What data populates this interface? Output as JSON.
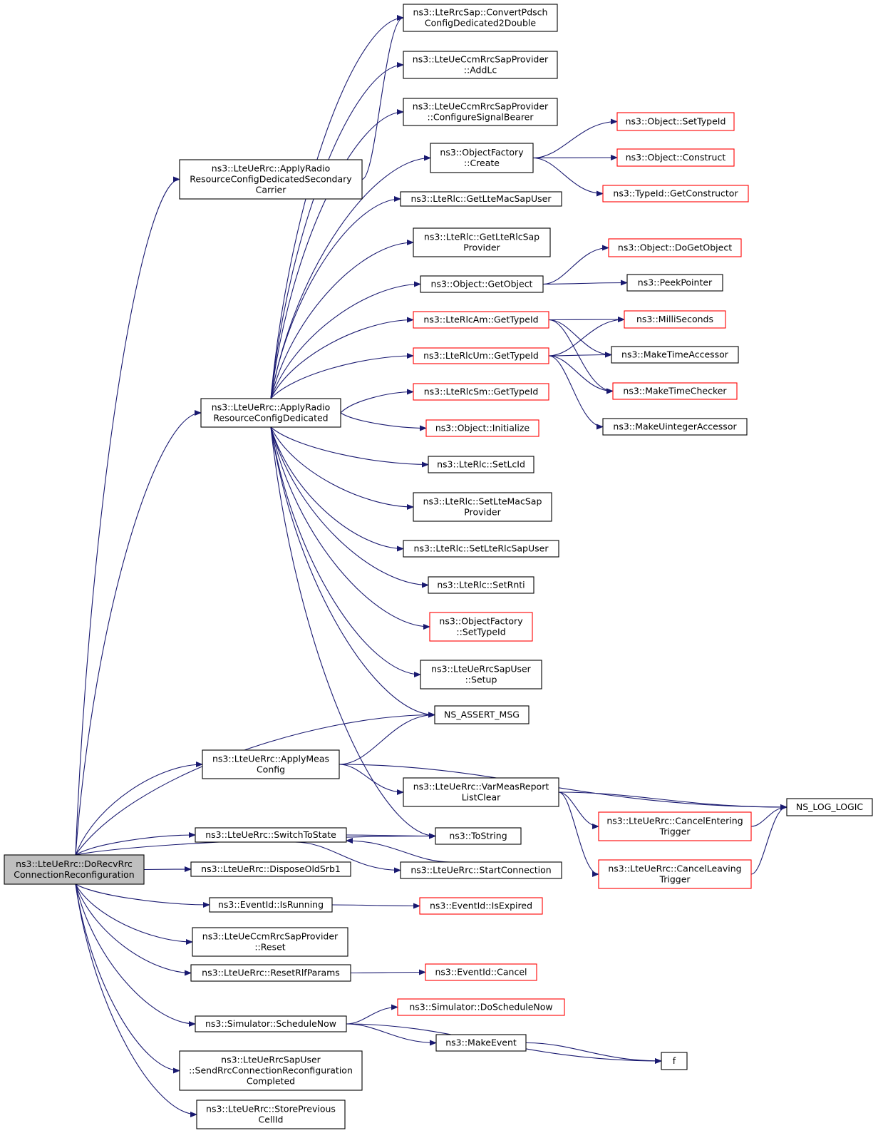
{
  "colors": {
    "edge": "#191970",
    "normal_border": "#000000",
    "linked_border": "#ff0000",
    "root_fill": "#bfbfbf",
    "fill": "#ffffff"
  },
  "nodes": {
    "root": {
      "lines": [
        "ns3::LteUeRrc::DoRecvRrc",
        "ConnectionReconfiguration"
      ],
      "style": "root"
    },
    "applySec": {
      "lines": [
        "ns3::LteUeRrc::ApplyRadio",
        "ResourceConfigDedicatedSecondary",
        "Carrier"
      ],
      "style": "normal"
    },
    "applyDed": {
      "lines": [
        "ns3::LteUeRrc::ApplyRadio",
        "ResourceConfigDedicated"
      ],
      "style": "normal"
    },
    "applyMeas": {
      "lines": [
        "ns3::LteUeRrc::ApplyMeas",
        "Config"
      ],
      "style": "normal"
    },
    "switchState": {
      "lines": [
        "ns3::LteUeRrc::SwitchToState"
      ],
      "style": "normal"
    },
    "disposeSrb": {
      "lines": [
        "ns3::LteUeRrc::DisposeOldSrb1"
      ],
      "style": "normal"
    },
    "isRunning": {
      "lines": [
        "ns3::EventId::IsRunning"
      ],
      "style": "normal"
    },
    "ccmReset": {
      "lines": [
        "ns3::LteUeCcmRrcSapProvider",
        "::Reset"
      ],
      "style": "normal"
    },
    "resetRlf": {
      "lines": [
        "ns3::LteUeRrc::ResetRlfParams"
      ],
      "style": "normal"
    },
    "scheduleNow": {
      "lines": [
        "ns3::Simulator::ScheduleNow"
      ],
      "style": "normal"
    },
    "sendReconf": {
      "lines": [
        "ns3::LteUeRrcSapUser",
        "::SendRrcConnectionReconfiguration",
        "Completed"
      ],
      "style": "normal"
    },
    "storePrev": {
      "lines": [
        "ns3::LteUeRrc::StorePrevious",
        "CellId"
      ],
      "style": "normal"
    },
    "convertPdsch": {
      "lines": [
        "ns3::LteRrcSap::ConvertPdsch",
        "ConfigDedicated2Double"
      ],
      "style": "normal"
    },
    "addLc": {
      "lines": [
        "ns3::LteUeCcmRrcSapProvider",
        "::AddLc"
      ],
      "style": "normal"
    },
    "configSignal": {
      "lines": [
        "ns3::LteUeCcmRrcSapProvider",
        "::ConfigureSignalBearer"
      ],
      "style": "normal"
    },
    "ofCreate": {
      "lines": [
        "ns3::ObjectFactory",
        "::Create"
      ],
      "style": "normal"
    },
    "getMacSapUser": {
      "lines": [
        "ns3::LteRlc::GetLteMacSapUser"
      ],
      "style": "normal"
    },
    "getRlcSapProv": {
      "lines": [
        "ns3::LteRlc::GetLteRlcSap",
        "Provider"
      ],
      "style": "normal"
    },
    "getObject": {
      "lines": [
        "ns3::Object::GetObject"
      ],
      "style": "normal"
    },
    "rlcAmTypeId": {
      "lines": [
        "ns3::LteRlcAm::GetTypeId"
      ],
      "style": "linked"
    },
    "rlcUmTypeId": {
      "lines": [
        "ns3::LteRlcUm::GetTypeId"
      ],
      "style": "linked"
    },
    "rlcSmTypeId": {
      "lines": [
        "ns3::LteRlcSm::GetTypeId"
      ],
      "style": "linked"
    },
    "objInit": {
      "lines": [
        "ns3::Object::Initialize"
      ],
      "style": "linked"
    },
    "setLcId": {
      "lines": [
        "ns3::LteRlc::SetLcId"
      ],
      "style": "normal"
    },
    "setMacSapProv": {
      "lines": [
        "ns3::LteRlc::SetLteMacSap",
        "Provider"
      ],
      "style": "normal"
    },
    "setRlcSapUser": {
      "lines": [
        "ns3::LteRlc::SetLteRlcSapUser"
      ],
      "style": "normal"
    },
    "setRnti": {
      "lines": [
        "ns3::LteRlc::SetRnti"
      ],
      "style": "normal"
    },
    "ofSetTypeId": {
      "lines": [
        "ns3::ObjectFactory",
        "::SetTypeId"
      ],
      "style": "linked"
    },
    "sapUserSetup": {
      "lines": [
        "ns3::LteUeRrcSapUser",
        "::Setup"
      ],
      "style": "normal"
    },
    "assertMsg": {
      "lines": [
        "NS_ASSERT_MSG"
      ],
      "style": "normal"
    },
    "varMeasClear": {
      "lines": [
        "ns3::LteUeRrc::VarMeasReport",
        "ListClear"
      ],
      "style": "normal"
    },
    "toString": {
      "lines": [
        "ns3::ToString"
      ],
      "style": "normal"
    },
    "startConn": {
      "lines": [
        "ns3::LteUeRrc::StartConnection"
      ],
      "style": "normal"
    },
    "isExpired": {
      "lines": [
        "ns3::EventId::IsExpired"
      ],
      "style": "linked"
    },
    "evCancel": {
      "lines": [
        "ns3::EventId::Cancel"
      ],
      "style": "linked"
    },
    "doScheduleNow": {
      "lines": [
        "ns3::Simulator::DoScheduleNow"
      ],
      "style": "linked"
    },
    "makeEvent": {
      "lines": [
        "ns3::MakeEvent"
      ],
      "style": "normal"
    },
    "objSetTypeId": {
      "lines": [
        "ns3::Object::SetTypeId"
      ],
      "style": "linked"
    },
    "objConstruct": {
      "lines": [
        "ns3::Object::Construct"
      ],
      "style": "linked"
    },
    "getConstructor": {
      "lines": [
        "ns3::TypeId::GetConstructor"
      ],
      "style": "linked"
    },
    "doGetObject": {
      "lines": [
        "ns3::Object::DoGetObject"
      ],
      "style": "linked"
    },
    "peekPointer": {
      "lines": [
        "ns3::PeekPointer"
      ],
      "style": "normal"
    },
    "milliSeconds": {
      "lines": [
        "ns3::MilliSeconds"
      ],
      "style": "linked"
    },
    "makeTimeAcc": {
      "lines": [
        "ns3::MakeTimeAccessor"
      ],
      "style": "normal"
    },
    "makeTimeChk": {
      "lines": [
        "ns3::MakeTimeChecker"
      ],
      "style": "linked"
    },
    "makeUintAcc": {
      "lines": [
        "ns3::MakeUintegerAccessor"
      ],
      "style": "normal"
    },
    "cancelEnter": {
      "lines": [
        "ns3::LteUeRrc::CancelEntering",
        "Trigger"
      ],
      "style": "linked"
    },
    "cancelLeave": {
      "lines": [
        "ns3::LteUeRrc::CancelLeaving",
        "Trigger"
      ],
      "style": "linked"
    },
    "nsLogLogic": {
      "lines": [
        "NS_LOG_LOGIC"
      ],
      "style": "normal"
    },
    "f": {
      "lines": [
        "f"
      ],
      "style": "normal"
    }
  },
  "edges": [
    [
      "root",
      "applySec"
    ],
    [
      "root",
      "applyDed"
    ],
    [
      "root",
      "assertMsg"
    ],
    [
      "root",
      "applyMeas"
    ],
    [
      "root",
      "toString"
    ],
    [
      "root",
      "switchState"
    ],
    [
      "root",
      "disposeSrb"
    ],
    [
      "root",
      "isRunning"
    ],
    [
      "root",
      "ccmReset"
    ],
    [
      "root",
      "resetRlf"
    ],
    [
      "root",
      "scheduleNow"
    ],
    [
      "root",
      "sendReconf"
    ],
    [
      "root",
      "storePrev"
    ],
    [
      "applySec",
      "convertPdsch"
    ],
    [
      "applyDed",
      "convertPdsch"
    ],
    [
      "applyDed",
      "addLc"
    ],
    [
      "applyDed",
      "configSignal"
    ],
    [
      "applyDed",
      "ofCreate"
    ],
    [
      "applyDed",
      "getMacSapUser"
    ],
    [
      "applyDed",
      "getRlcSapProv"
    ],
    [
      "applyDed",
      "getObject"
    ],
    [
      "applyDed",
      "rlcAmTypeId"
    ],
    [
      "applyDed",
      "rlcUmTypeId"
    ],
    [
      "applyDed",
      "rlcSmTypeId"
    ],
    [
      "applyDed",
      "objInit"
    ],
    [
      "applyDed",
      "setLcId"
    ],
    [
      "applyDed",
      "setMacSapProv"
    ],
    [
      "applyDed",
      "setRlcSapUser"
    ],
    [
      "applyDed",
      "setRnti"
    ],
    [
      "applyDed",
      "ofSetTypeId"
    ],
    [
      "applyDed",
      "sapUserSetup"
    ],
    [
      "applyDed",
      "assertMsg"
    ],
    [
      "applyDed",
      "toString"
    ],
    [
      "ofCreate",
      "objSetTypeId"
    ],
    [
      "ofCreate",
      "objConstruct"
    ],
    [
      "ofCreate",
      "getConstructor"
    ],
    [
      "getObject",
      "doGetObject"
    ],
    [
      "getObject",
      "peekPointer"
    ],
    [
      "rlcAmTypeId",
      "milliSeconds"
    ],
    [
      "rlcAmTypeId",
      "makeTimeAcc"
    ],
    [
      "rlcAmTypeId",
      "makeTimeChk"
    ],
    [
      "rlcUmTypeId",
      "milliSeconds"
    ],
    [
      "rlcUmTypeId",
      "makeTimeAcc"
    ],
    [
      "rlcUmTypeId",
      "makeTimeChk"
    ],
    [
      "rlcUmTypeId",
      "makeUintAcc"
    ],
    [
      "applyMeas",
      "assertMsg"
    ],
    [
      "applyMeas",
      "nsLogLogic"
    ],
    [
      "applyMeas",
      "varMeasClear"
    ],
    [
      "varMeasClear",
      "nsLogLogic"
    ],
    [
      "varMeasClear",
      "cancelEnter"
    ],
    [
      "varMeasClear",
      "cancelLeave"
    ],
    [
      "cancelEnter",
      "nsLogLogic"
    ],
    [
      "cancelLeave",
      "nsLogLogic"
    ],
    [
      "switchState",
      "toString"
    ],
    [
      "switchState",
      "startConn"
    ],
    [
      "startConn",
      "switchState"
    ],
    [
      "isRunning",
      "isExpired"
    ],
    [
      "resetRlf",
      "evCancel"
    ],
    [
      "scheduleNow",
      "doScheduleNow"
    ],
    [
      "scheduleNow",
      "makeEvent"
    ],
    [
      "scheduleNow",
      "f"
    ],
    [
      "makeEvent",
      "f"
    ]
  ]
}
